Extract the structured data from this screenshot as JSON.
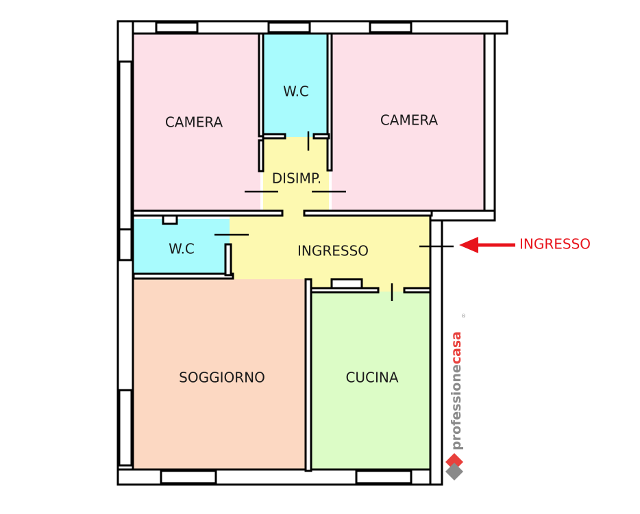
{
  "floorplan": {
    "rooms": [
      {
        "id": "camera-left",
        "label": "CAMERA",
        "color": "#fde0e8"
      },
      {
        "id": "wc-top",
        "label": "W.C",
        "color": "#a8fbfd"
      },
      {
        "id": "camera-right",
        "label": "CAMERA",
        "color": "#fde0e8"
      },
      {
        "id": "disimpegno",
        "label": "DISIMP.",
        "color": "#fdf9b0"
      },
      {
        "id": "wc-left",
        "label": "W.C",
        "color": "#a8fbfd"
      },
      {
        "id": "ingresso",
        "label": "INGRESSO",
        "color": "#fdf9b0"
      },
      {
        "id": "soggiorno",
        "label": "SOGGIORNO",
        "color": "#fcd8c2"
      },
      {
        "id": "cucina",
        "label": "CUCINA",
        "color": "#dcfcc6"
      }
    ],
    "entrance": {
      "label": "INGRESSO",
      "color": "#e8141c"
    }
  },
  "logo": {
    "text_part1": "professione",
    "text_part2": "casa",
    "registered": "®",
    "grey": "#8a8a8a",
    "red": "#e8403c"
  }
}
